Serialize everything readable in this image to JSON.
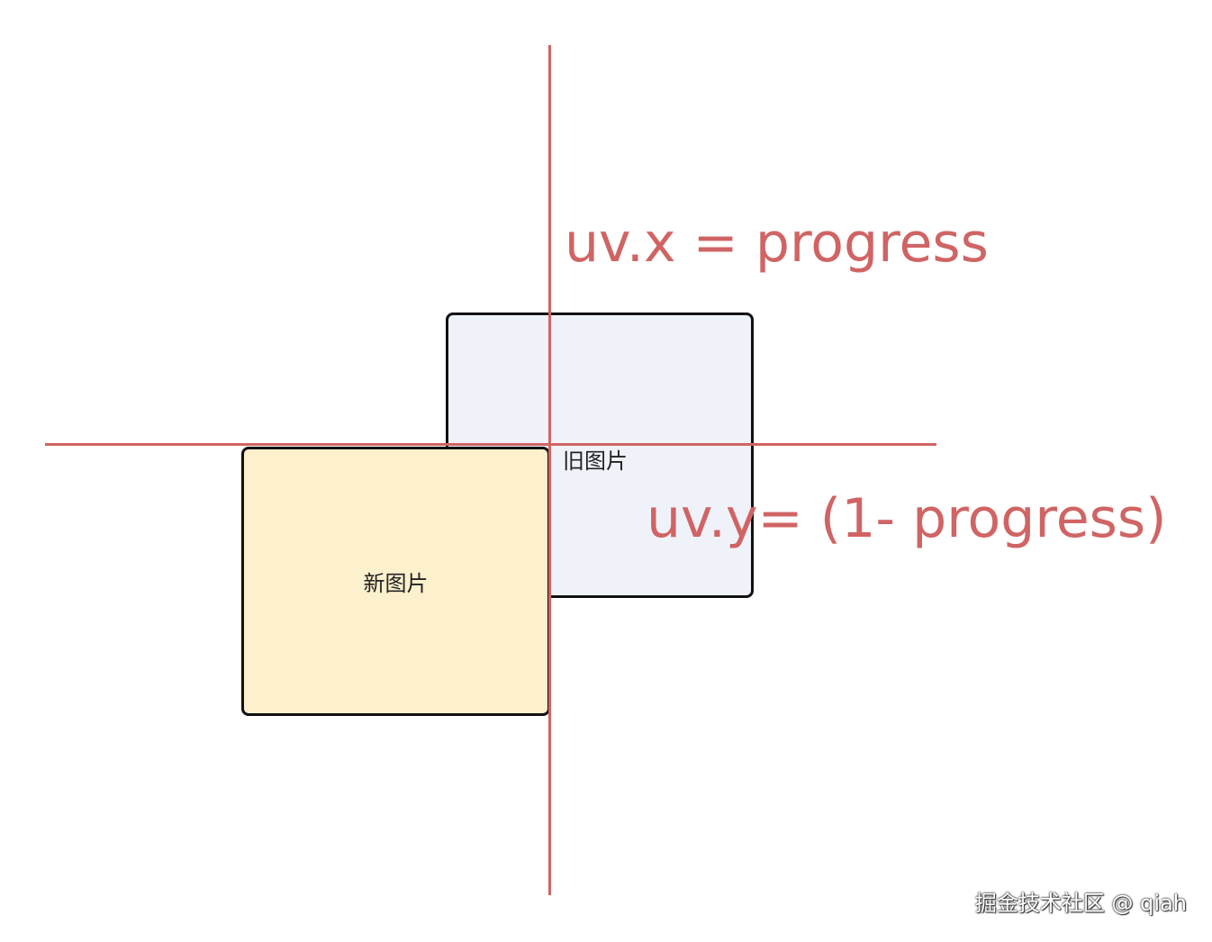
{
  "diagram": {
    "old_image": {
      "label": "旧图片",
      "fill": "#f0f2fa"
    },
    "new_image": {
      "label": "新图片",
      "fill": "#fdf0cd"
    },
    "guide_color": "#d06464",
    "formula_x": "uv.x = progress",
    "formula_y": "uv.y= (1- progress)"
  },
  "watermark": "掘金技术社区 @ qiah"
}
